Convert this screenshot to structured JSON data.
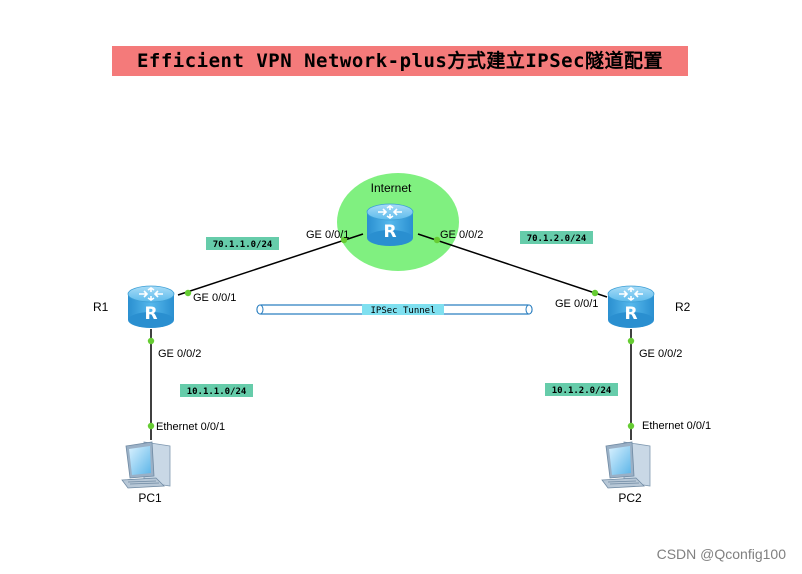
{
  "title": "Efficient VPN Network-plus方式建立IPSec隧道配置",
  "cloud_label": "Internet",
  "routers": {
    "r1": {
      "name": "R1",
      "glyph": "R"
    },
    "r2": {
      "name": "R2",
      "glyph": "R"
    },
    "internet": {
      "glyph": "R"
    }
  },
  "pcs": {
    "pc1": "PC1",
    "pc2": "PC2"
  },
  "interfaces": {
    "r1_up": "GE 0/0/1",
    "r1_down": "GE 0/0/2",
    "net_left": "GE 0/0/1",
    "net_right": "GE 0/0/2",
    "r2_up": "GE 0/0/1",
    "r2_down": "GE 0/0/2",
    "pc1_eth": "Ethernet 0/0/1",
    "pc2_eth": "Ethernet 0/0/1"
  },
  "networks": {
    "left_wan": "70.1.1.0/24",
    "right_wan": "70.1.2.0/24",
    "left_lan": "10.1.1.0/24",
    "right_lan": "10.1.2.0/24"
  },
  "tunnel_label": "IPSec Tunnel",
  "watermark": "CSDN @Qconfig100",
  "colors": {
    "title_bg": "#f47a7a",
    "cloud": "#80f080",
    "net_label_bg": "#66ccaa",
    "port_dot": "#66cc33",
    "router_body": "#3fa9e0",
    "tunnel_border": "#2b7fc0"
  }
}
